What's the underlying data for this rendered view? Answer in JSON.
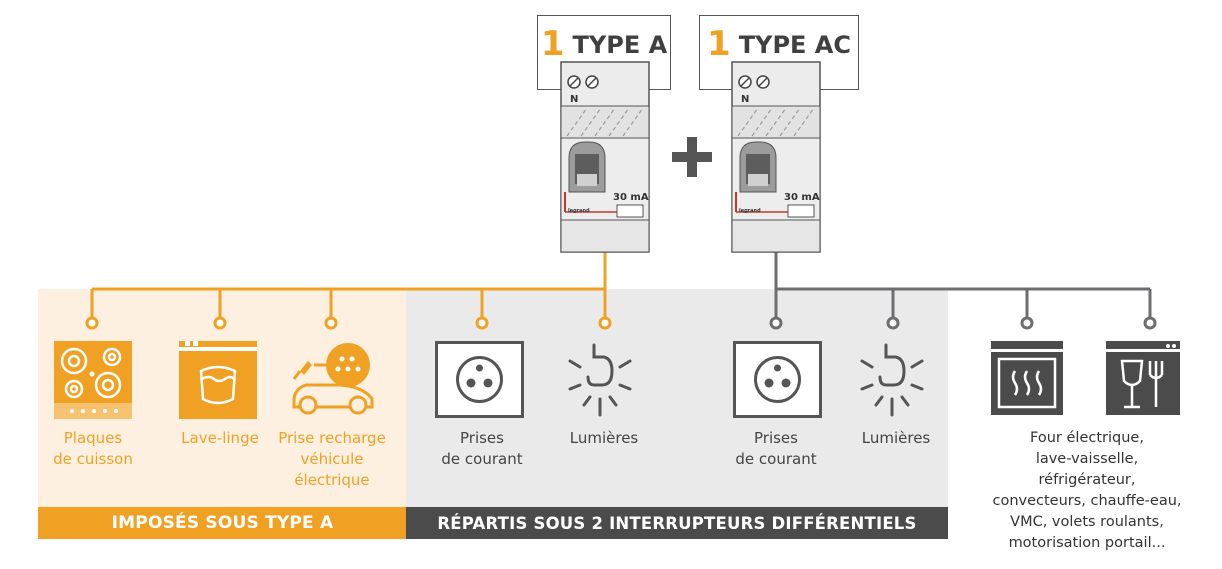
{
  "breakers": [
    {
      "count": "1",
      "type": "TYPE A",
      "rating": "30 mA",
      "neutral": "N",
      "brand": "legrand"
    },
    {
      "count": "1",
      "type": "TYPE AC",
      "rating": "30 mA",
      "neutral": "N",
      "brand": "legrand"
    }
  ],
  "plus_sign": "+",
  "type_a_items": [
    {
      "label": "Plaques\nde cuisson",
      "icon": "cooktop-icon"
    },
    {
      "label": "Lave-linge",
      "icon": "washing-machine-icon"
    },
    {
      "label": "Prise recharge\nvéhicule\nélectrique",
      "icon": "ev-charging-icon"
    }
  ],
  "shared_items": [
    {
      "label": "Prises\nde courant",
      "icon": "power-outlet-icon"
    },
    {
      "label": "Lumières",
      "icon": "light-bulb-icon"
    },
    {
      "label": "Prises\nde courant",
      "icon": "power-outlet-icon"
    },
    {
      "label": "Lumières",
      "icon": "light-bulb-icon"
    }
  ],
  "type_ac_items": {
    "label": "Four électrique,\nlave-vaisselle,\nréfrigérateur,\nconvecteurs, chauffe-eau,\nVMC, volets roulants,\nmotorisation portail...",
    "icons": [
      "oven-icon",
      "dishwasher-icon"
    ]
  },
  "bands": {
    "type_a": "IMPOSÉS SOUS TYPE A",
    "shared": "RÉPARTIS SOUS 2 INTERRUPTEURS DIFFÉRENTIELS"
  },
  "colors": {
    "orange": "#f0a124",
    "gray_line": "#6d6e70",
    "dark": "#4b4b4c",
    "light_orange_bg": "#fdf0e0",
    "light_gray_bg": "#eaeaeb"
  }
}
